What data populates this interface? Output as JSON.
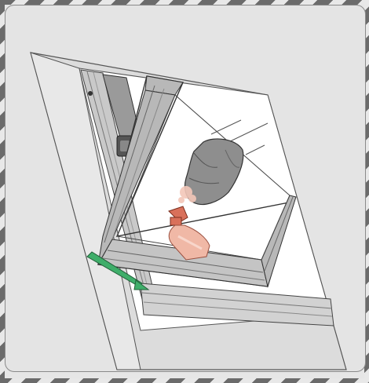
{
  "illustration": {
    "subject": "window-cleaning-instruction",
    "icons": [
      "window-frame",
      "spray-bottle",
      "cleaning-cloth",
      "direction-arrow"
    ],
    "colors": {
      "frame_stripe_dark": "#6b6b6b",
      "frame_stripe_light": "#e8e8e8",
      "panel_background": "#e4e4e4",
      "wall": "#dcdcdc",
      "window_profile": "#b8b8b8",
      "glass": "#ffffff",
      "spray_bottle": "#f0b8a6",
      "spray_nozzle": "#d9705a",
      "cloth": "#8e8e8e",
      "arrow": "#3fae6a"
    }
  }
}
